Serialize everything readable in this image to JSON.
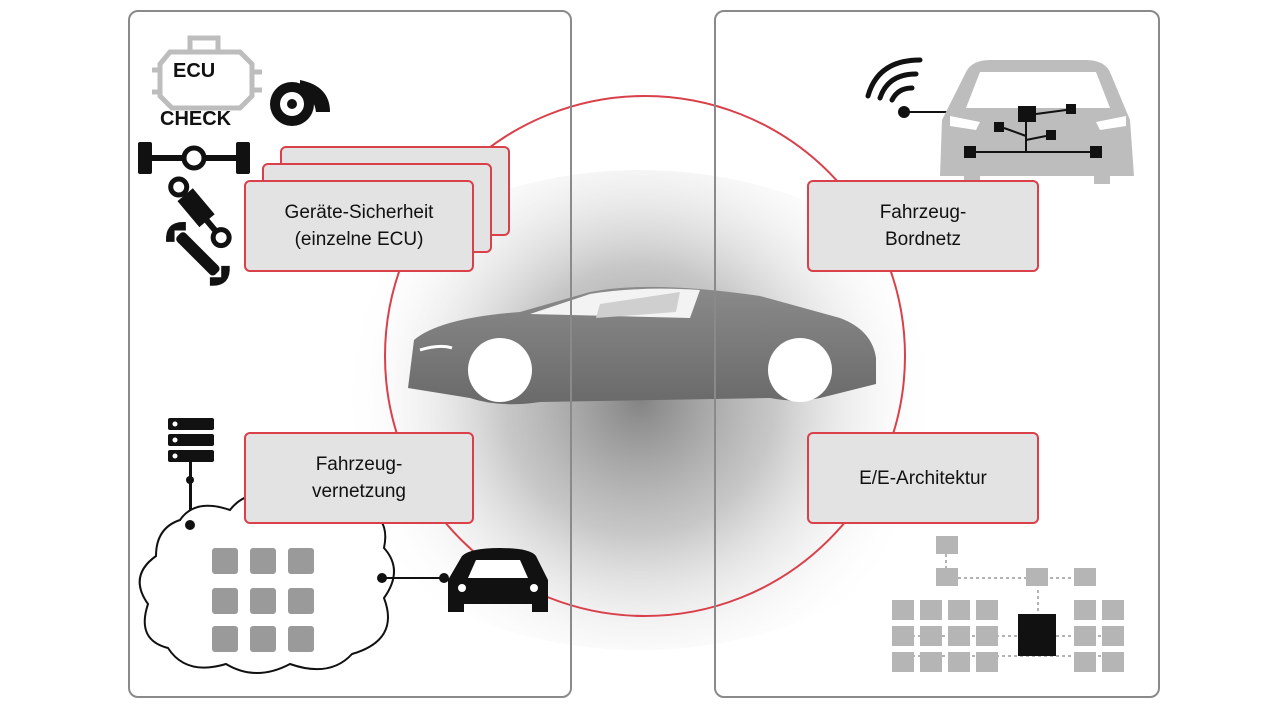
{
  "ecu_badge": {
    "top": "ECU",
    "bottom": "CHECK"
  },
  "boxes": {
    "device_security": "Geräte-Sicherheit\n(einzelne ECU)",
    "vehicle_networking": "Fahrzeug-\nvernetzung",
    "vehicle_onboard_network": "Fahrzeug-\nBordnetz",
    "ee_architecture": "E/E-Architektur"
  },
  "colors": {
    "accent": "#d9404a",
    "box_fill": "#e3e3e3",
    "panel_border": "#8a8a8a"
  },
  "icons": [
    "ecu-check-icon",
    "brake-disc-icon",
    "axle-icon",
    "shock-absorber-icon",
    "wrench-icon",
    "server-icon",
    "cloud-apps-icon",
    "dark-car-icon",
    "wireless-icon",
    "car-network-icon",
    "architecture-tree-icon",
    "central-car-icon"
  ]
}
